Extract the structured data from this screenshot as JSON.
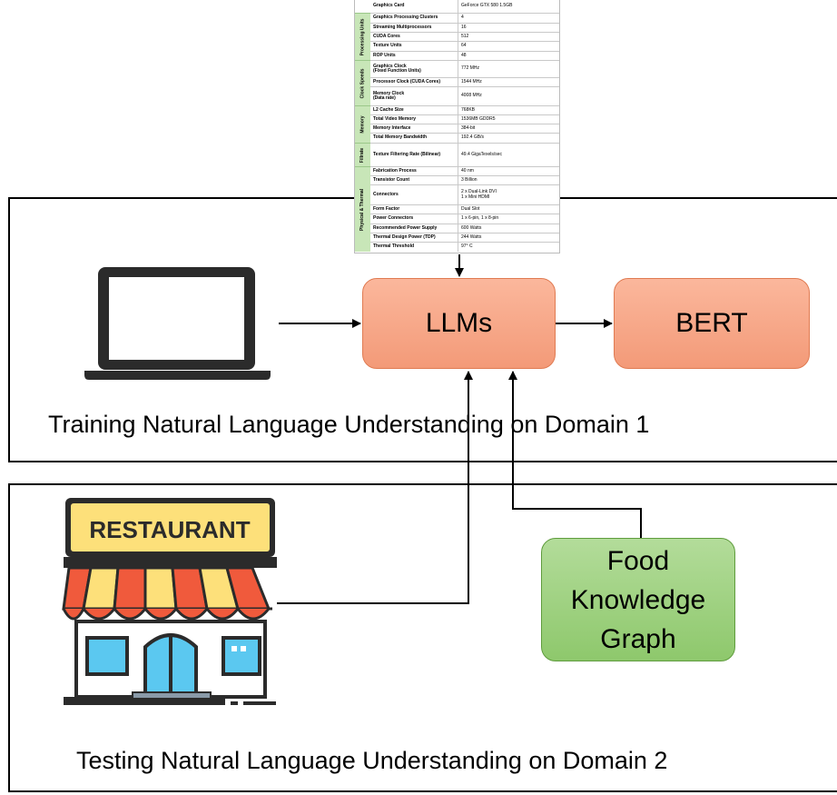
{
  "spec_table": {
    "rows": [
      {
        "label": "Graphics Card",
        "value": "GeForce GTX 580 1.5GB"
      },
      {
        "label": "Graphics Processing Clusters",
        "value": "4"
      },
      {
        "label": "Streaming Multiprocessors",
        "value": "16"
      },
      {
        "label": "CUDA Cores",
        "value": "512"
      },
      {
        "label": "Texture Units",
        "value": "64"
      },
      {
        "label": "ROP Units",
        "value": "48"
      },
      {
        "label": "Graphics Clock\n(Fixed Function Units)",
        "value": "772 MHz"
      },
      {
        "label": "Processor Clock (CUDA Cores)",
        "value": "1544 MHz"
      },
      {
        "label": "Memory Clock\n(Data rate)",
        "value": "4008 MHz"
      },
      {
        "label": "L2 Cache Size",
        "value": "768KB"
      },
      {
        "label": "Total Video Memory",
        "value": "1536MB GDDR5"
      },
      {
        "label": "Memory Interface",
        "value": "384-bit"
      },
      {
        "label": "Total Memory Bandwidth",
        "value": "192.4 GB/s"
      },
      {
        "label": "Texture Filtering Rate (Bilinear)",
        "value": "49.4 GigaTexels/sec"
      },
      {
        "label": "Fabrication Process",
        "value": "40 nm"
      },
      {
        "label": "Transistor Count",
        "value": "3 Billion"
      },
      {
        "label": "Connectors",
        "value": "2 x Dual-Link DVI\n1 x Mini HDMI"
      },
      {
        "label": "Form Factor",
        "value": "Dual Slot"
      },
      {
        "label": "Power Connectors",
        "value": "1 x 6-pin, 1 x 8-pin"
      },
      {
        "label": "Recommended Power Supply",
        "value": "600 Watts"
      },
      {
        "label": "Thermal Design Power (TDP)",
        "value": "244 Watts"
      },
      {
        "label": "Thermal Threshold",
        "value": "97° C"
      }
    ],
    "groups": [
      "Processing Units",
      "Clock Speeds",
      "Memory",
      "Fillrate",
      "Physical & Thermal"
    ]
  },
  "nodes": {
    "llms": "LLMs",
    "bert": "BERT",
    "food_kg": "Food\nKnowledge\nGraph"
  },
  "captions": {
    "domain1": "Training Natural Language Understanding on Domain 1",
    "domain2": "Testing Natural Language Understanding on Domain 2"
  },
  "icons": {
    "laptop": "laptop-icon",
    "restaurant": "restaurant-storefront-icon",
    "restaurant_sign": "RESTAURANT"
  },
  "colors": {
    "orange_node": "#f5a583",
    "green_node": "#a5d489",
    "awning_red": "#f05a3c",
    "awning_yellow": "#fde07a",
    "sign_yellow": "#fde07a",
    "window_blue": "#5bc8f0"
  }
}
